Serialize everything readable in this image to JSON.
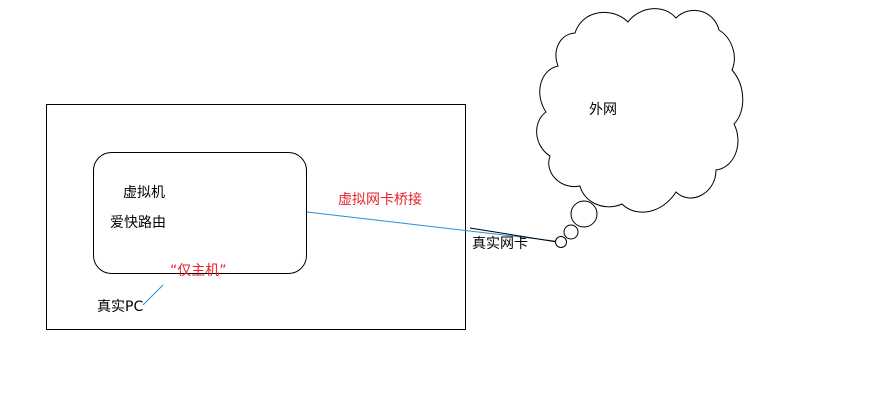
{
  "labels": {
    "virtual_machine": "虚拟机",
    "router": "爱快路由",
    "host_only": "“仅主机”",
    "real_pc": "真实PC",
    "bridge": "虚拟网卡桥接",
    "real_nic": "真实网卡",
    "internet": "外网"
  },
  "colors": {
    "stroke": "#000000",
    "accent_text": "#e8212b",
    "link_line": "#2a8fd6"
  }
}
